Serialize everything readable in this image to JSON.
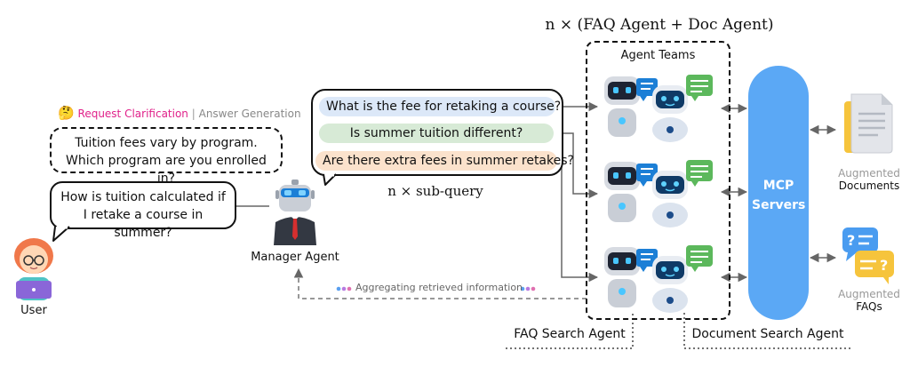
{
  "team_header": "n × (FAQ Agent + Doc Agent)",
  "agent_teams_label": "Agent Teams",
  "mode": {
    "emoji": "🤔",
    "active": "Request Clarification",
    "separator": "|",
    "inactive": "Answer Generation"
  },
  "clarification_bubble": "Tuition fees vary by program. Which program are you enrolled in?",
  "user_bubble": "How is tuition calculated if I retake a course in summer?",
  "user_label": "User",
  "manager_label": "Manager Agent",
  "subqueries": [
    "What is the fee for retaking a course?",
    "Is summer tuition different?",
    "Are there extra fees in summer retakes?"
  ],
  "subquery_label": "n × sub-query",
  "aggregating_label": "Aggregating retrieved information",
  "mcp_label": "MCP Servers",
  "documents_label": {
    "line1": "Augmented",
    "line2": "Documents"
  },
  "faqs_label": {
    "line1": "Augmented",
    "line2": "FAQs"
  },
  "faq_search_label": "FAQ Search Agent",
  "doc_search_label": "Document Search Agent",
  "colors": {
    "accent_pink": "#e0218a",
    "q1_bg": "#dce8f8",
    "q2_bg": "#d7ead6",
    "q3_bg": "#fbe2cc",
    "mcp_blue": "#5ba8f5",
    "doc_yellow": "#f6c43c",
    "faq_blue": "#4a9cf0",
    "faq_yellow": "#f6c43c",
    "bot_blue": "#1c7fd6",
    "bot_green": "#5cb85c"
  }
}
